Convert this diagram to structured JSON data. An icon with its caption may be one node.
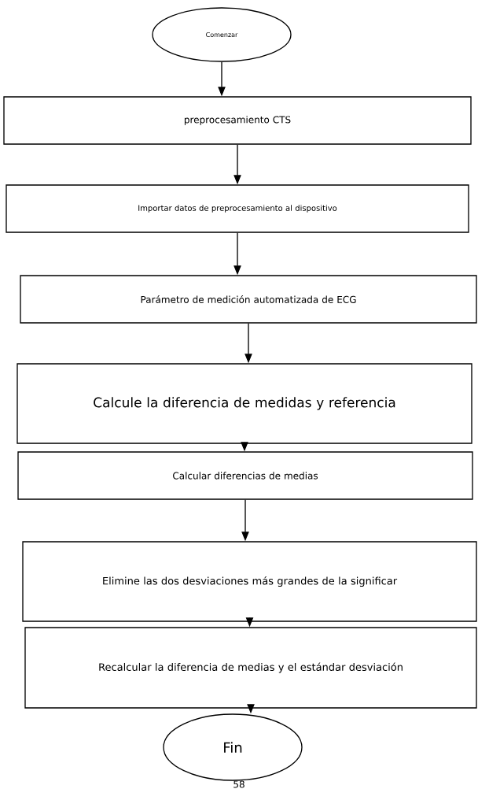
{
  "diagram": {
    "nodes": [
      {
        "text": [
          "Comenzar"
        ]
      },
      {
        "text": [
          "preprocesamiento CTS"
        ]
      },
      {
        "text": [
          "Importar datos de preprocesamiento al dispositivo"
        ]
      },
      {
        "text": [
          "Parámetro de medición automatizada de ECG"
        ]
      },
      {
        "text": [
          "Calcule la diferencia de medidas y referencia"
        ]
      },
      {
        "text": [
          "Calcular diferencias de medias"
        ]
      },
      {
        "text": [
          "Elimine las dos desviaciones más grandes de la significar"
        ]
      },
      {
        "text": [
          "Recalcular la diferencia de medias y el estándar desviación"
        ]
      },
      {
        "text": [
          "Fin"
        ]
      }
    ],
    "edges": [
      {
        "from": 0,
        "to": 1,
        "arrow": "to"
      },
      {
        "from": 1,
        "to": 2,
        "arrow": "to"
      },
      {
        "from": 2,
        "to": 3,
        "arrow": "to"
      },
      {
        "from": 3,
        "to": 4,
        "arrow": "to"
      },
      {
        "from": 4,
        "to": 5,
        "arrow": "to"
      },
      {
        "from": 5,
        "to": 6,
        "arrow": "to"
      },
      {
        "from": 6,
        "to": 7,
        "arrow": "to"
      },
      {
        "from": 7,
        "to": 8,
        "arrow": "to"
      }
    ],
    "labels": [
      "58"
    ]
  }
}
